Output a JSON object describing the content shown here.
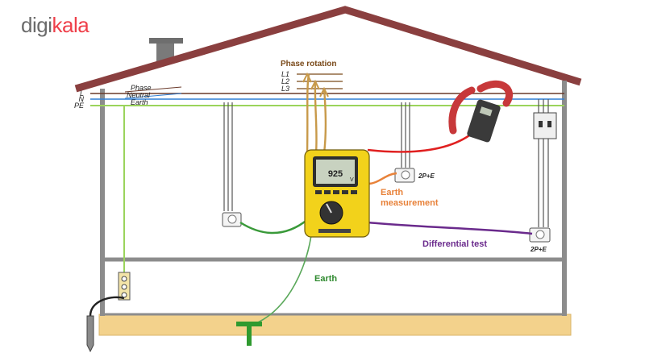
{
  "brand": {
    "part1": "digi",
    "part2": "kala"
  },
  "supply_lines": {
    "L": "L",
    "N": "N",
    "PE": "PE",
    "phase_label": "Phase",
    "neutral_label": "Neutral",
    "earth_label": "Earth"
  },
  "phase_rotation": {
    "title": "Phase rotation",
    "l1": "L1",
    "l2": "L2",
    "l3": "L3"
  },
  "tester": {
    "display_value": "925",
    "unit": "V"
  },
  "annotations": {
    "earth_measurement_line1": "Earth",
    "earth_measurement_line2": "measurement",
    "socket_upper_label": "2P+E",
    "socket_lower_label": "2P+E",
    "differential_test": "Differential test",
    "earth_label": "Earth"
  },
  "colors": {
    "roof": "#8a3f3f",
    "wall": "#8c8c8c",
    "floor": "#f3d28c",
    "phase": "#b0824a",
    "neutral": "#2f7fd6",
    "earth_wire": "#9bd45c",
    "orange_text": "#e8823a",
    "purple_text": "#6a2a8c",
    "green_text": "#2f8a2f",
    "red_lead": "#e02020",
    "tester_body": "#f2d21b",
    "ground_symbol": "#2f9a2f"
  }
}
